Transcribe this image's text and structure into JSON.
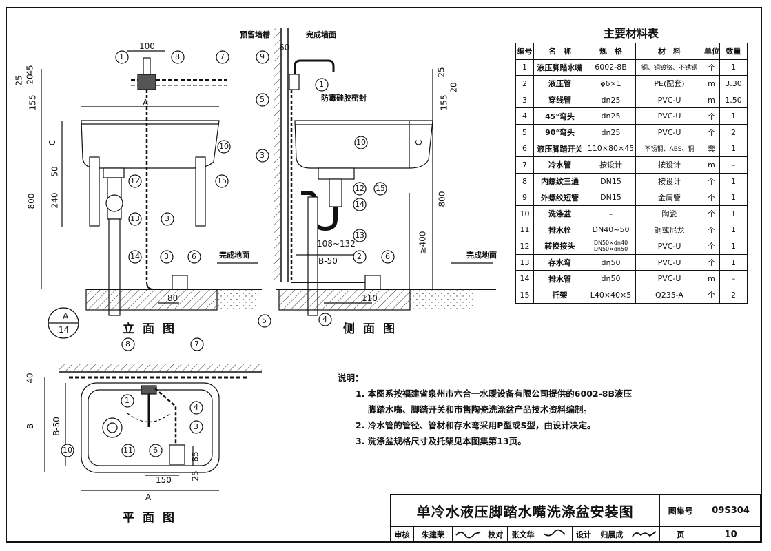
{
  "material_table": {
    "title": "主要材料表",
    "headers": [
      "编号",
      "名　称",
      "规　格",
      "材　料",
      "单位",
      "数量"
    ],
    "rows": [
      [
        "1",
        "液压脚踏水嘴",
        "6002-8B",
        "铜、铜镀铬、不锈钢",
        "个",
        "1"
      ],
      [
        "2",
        "液压管",
        "φ6×1",
        "PE(配套)",
        "m",
        "3.30"
      ],
      [
        "3",
        "穿线管",
        "dn25",
        "PVC-U",
        "m",
        "1.50"
      ],
      [
        "4",
        "45°弯头",
        "dn25",
        "PVC-U",
        "个",
        "1"
      ],
      [
        "5",
        "90°弯头",
        "dn25",
        "PVC-U",
        "个",
        "2"
      ],
      [
        "6",
        "液压脚踏开关",
        "110×80×45",
        "不锈钢、ABS、铜",
        "套",
        "1"
      ],
      [
        "7",
        "冷水管",
        "按设计",
        "按设计",
        "m",
        "–"
      ],
      [
        "8",
        "内螺纹三通",
        "DN15",
        "按设计",
        "个",
        "1"
      ],
      [
        "9",
        "外螺纹短管",
        "DN15",
        "金属管",
        "个",
        "1"
      ],
      [
        "10",
        "洗涤盆",
        "–",
        "陶瓷",
        "个",
        "1"
      ],
      [
        "11",
        "排水栓",
        "DN40~50",
        "铜或尼龙",
        "个",
        "1"
      ],
      [
        "12",
        "转换接头",
        "DN50×dn40 DN50×dn50",
        "PVC-U",
        "个",
        "1"
      ],
      [
        "13",
        "存水弯",
        "dn50",
        "PVC-U",
        "个",
        "1"
      ],
      [
        "14",
        "排水管",
        "dn50",
        "PVC-U",
        "m",
        "–"
      ],
      [
        "15",
        "托架",
        "L40×40×5",
        "Q235-A",
        "个",
        "2"
      ]
    ]
  },
  "notes": {
    "heading": "说明：",
    "items": [
      "1. 本图系按福建省泉州市六合一水暖设备有限公司提供的6002-8B液压",
      "脚踏水嘴、脚踏开关和市售陶瓷洗涤盆产品技术资料编制。",
      "2. 冷水管的管径、管材和存水弯采用P型或S型，由设计决定。",
      "3. 洗涤盆规格尺寸及托架见本图集第13页。"
    ]
  },
  "views": {
    "elevation": "立面图",
    "side": "侧面图",
    "plan": "平面图"
  },
  "annotations": {
    "finished_floor": "完成地面",
    "finished_wall": "完成墙面",
    "reserved_wall_groove": "预留墙槽",
    "mildew_sealant": "防霉硅胶密封",
    "detail_top": "A",
    "detail_bottom": "14"
  },
  "dimensions": {
    "elev_top": "100",
    "elev_left": [
      "25",
      "20",
      "45",
      "155",
      "C",
      "50",
      "240",
      "800"
    ],
    "elev_width": "A",
    "elev_80": "80",
    "side_60": "60",
    "side_right": [
      "25",
      "20",
      "155",
      "C",
      "800",
      "≥400"
    ],
    "side_108": "108~132",
    "side_b50": "B-50",
    "side_110": "110",
    "plan_40": "40",
    "plan_b": "B",
    "plan_b50": "B-50",
    "plan_85": "85",
    "plan_25": "25",
    "plan_150": "150",
    "plan_a": "A"
  },
  "title_block": {
    "drawing_title": "单冷水液压脚踏水嘴洗涤盆安装图",
    "atlas_label": "图集号",
    "atlas_no": "09S304",
    "review_label": "审核",
    "reviewer": "朱建荣",
    "check_label": "校对",
    "checker": "张文华",
    "design_label": "设计",
    "designer": "归晨成",
    "page_label": "页",
    "page_no": "10"
  }
}
